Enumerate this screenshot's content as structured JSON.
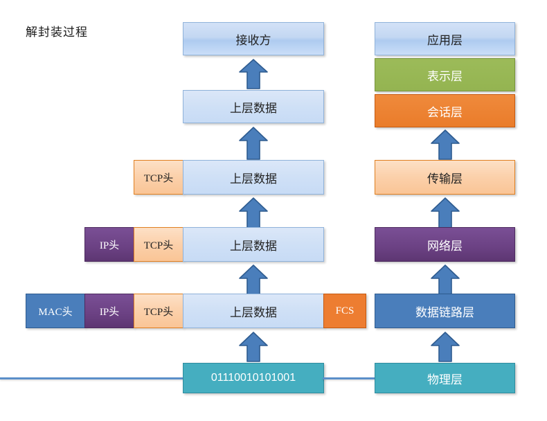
{
  "diagram": {
    "title": "解封装过程",
    "left_column": {
      "rows": [
        {
          "name": "receiver",
          "segments": [
            {
              "label": "接收方",
              "color": "#c3d7f2"
            }
          ]
        },
        {
          "name": "upper-layer-data-1",
          "segments": [
            {
              "label": "上层数据",
              "color": "#cfe0f6"
            }
          ]
        },
        {
          "name": "segment-tcp",
          "segments": [
            {
              "label": "TCP头",
              "color": "#fbd0aa"
            },
            {
              "label": "上层数据",
              "color": "#cfe0f6"
            }
          ]
        },
        {
          "name": "packet-ip",
          "segments": [
            {
              "label": "IP头",
              "color": "#6b4183"
            },
            {
              "label": "TCP头",
              "color": "#fbd0aa"
            },
            {
              "label": "上层数据",
              "color": "#cfe0f6"
            }
          ]
        },
        {
          "name": "frame-mac",
          "segments": [
            {
              "label": "MAC头",
              "color": "#4a7ebb"
            },
            {
              "label": "IP头",
              "color": "#6b4183"
            },
            {
              "label": "TCP头",
              "color": "#fbd0aa"
            },
            {
              "label": "上层数据",
              "color": "#cfe0f6"
            },
            {
              "label": "FCS",
              "color": "#ed7d31"
            }
          ]
        },
        {
          "name": "bitstream",
          "segments": [
            {
              "label": "01110010101001",
              "color": "#45aec0"
            }
          ]
        }
      ]
    },
    "right_column": {
      "layers": [
        {
          "label": "应用层",
          "color": "#c3d7f2"
        },
        {
          "label": "表示层",
          "color": "#9cbb59"
        },
        {
          "label": "会话层",
          "color": "#ea7c2a"
        },
        {
          "label": "传输层",
          "color": "#fbd0aa"
        },
        {
          "label": "网络层",
          "color": "#6b4183"
        },
        {
          "label": "数据链路层",
          "color": "#4a7ebb"
        },
        {
          "label": "物理层",
          "color": "#45aec0"
        }
      ]
    },
    "arrow_color": "#4a7ebb",
    "arrow_border_color": "#2e5b8f",
    "wire_color": "#5b8fc9",
    "arrow_count_left": 5,
    "arrow_count_right": 4
  }
}
